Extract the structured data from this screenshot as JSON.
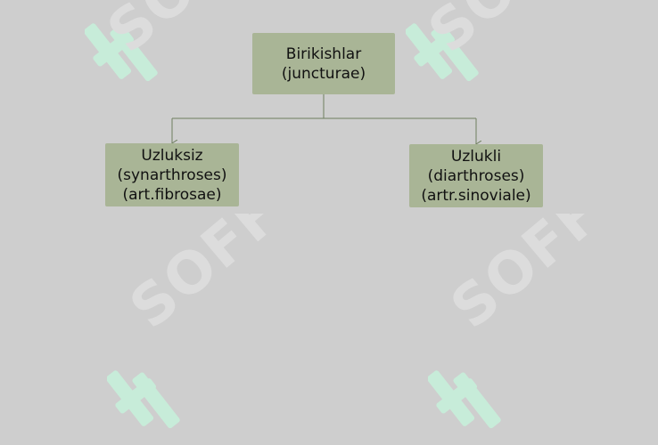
{
  "watermark": {
    "text": "SOFF"
  },
  "diagram": {
    "root": {
      "lines": [
        "Birikishlar",
        "(juncturae)"
      ]
    },
    "children": [
      {
        "lines": [
          "Uzluksiz",
          "(synarthroses)",
          "(art.fibrosae)"
        ]
      },
      {
        "lines": [
          "Uzlukli",
          "(diarthroses)",
          "(artr.sinoviale)"
        ]
      }
    ]
  },
  "colors": {
    "background": "#cecece",
    "node_fill": "#a9b596",
    "connector": "#6f7f5f",
    "watermark_logo": "#c7ecd9",
    "watermark_text": "#dcdcdc"
  }
}
